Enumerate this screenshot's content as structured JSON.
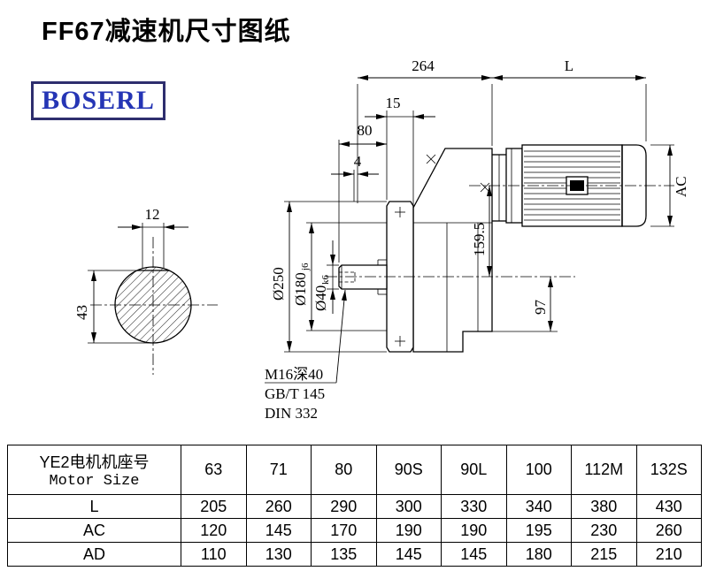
{
  "page": {
    "title": "FF67减速机尺寸图纸",
    "brand": "BOSERL"
  },
  "drawing": {
    "dim_264": "264",
    "dim_L": "L",
    "dim_15": "15",
    "dim_80": "80",
    "dim_4": "4",
    "dim_12": "12",
    "dim_43": "43",
    "dim_AC": "AC",
    "dim_159_5": "159.5",
    "dim_97": "97",
    "dia_250": "Ø250",
    "dia_180": "Ø180",
    "dia_180_tol": "j6",
    "dia_40": "Ø40",
    "dia_40_tol": "k6",
    "note_thread": "M16深40",
    "note_gb": "GB/T 145",
    "note_din": "DIN 332"
  },
  "table": {
    "header_cn": "YE2电机机座号",
    "header_en": "Motor Size",
    "sizes": [
      "63",
      "71",
      "80",
      "90S",
      "90L",
      "100",
      "112M",
      "132S"
    ],
    "rows": [
      {
        "label": "L",
        "values": [
          "205",
          "260",
          "290",
          "300",
          "330",
          "340",
          "380",
          "430"
        ]
      },
      {
        "label": "AC",
        "values": [
          "120",
          "145",
          "170",
          "190",
          "190",
          "195",
          "230",
          "260"
        ]
      },
      {
        "label": "AD",
        "values": [
          "110",
          "130",
          "135",
          "145",
          "145",
          "180",
          "215",
          "210"
        ]
      }
    ]
  }
}
